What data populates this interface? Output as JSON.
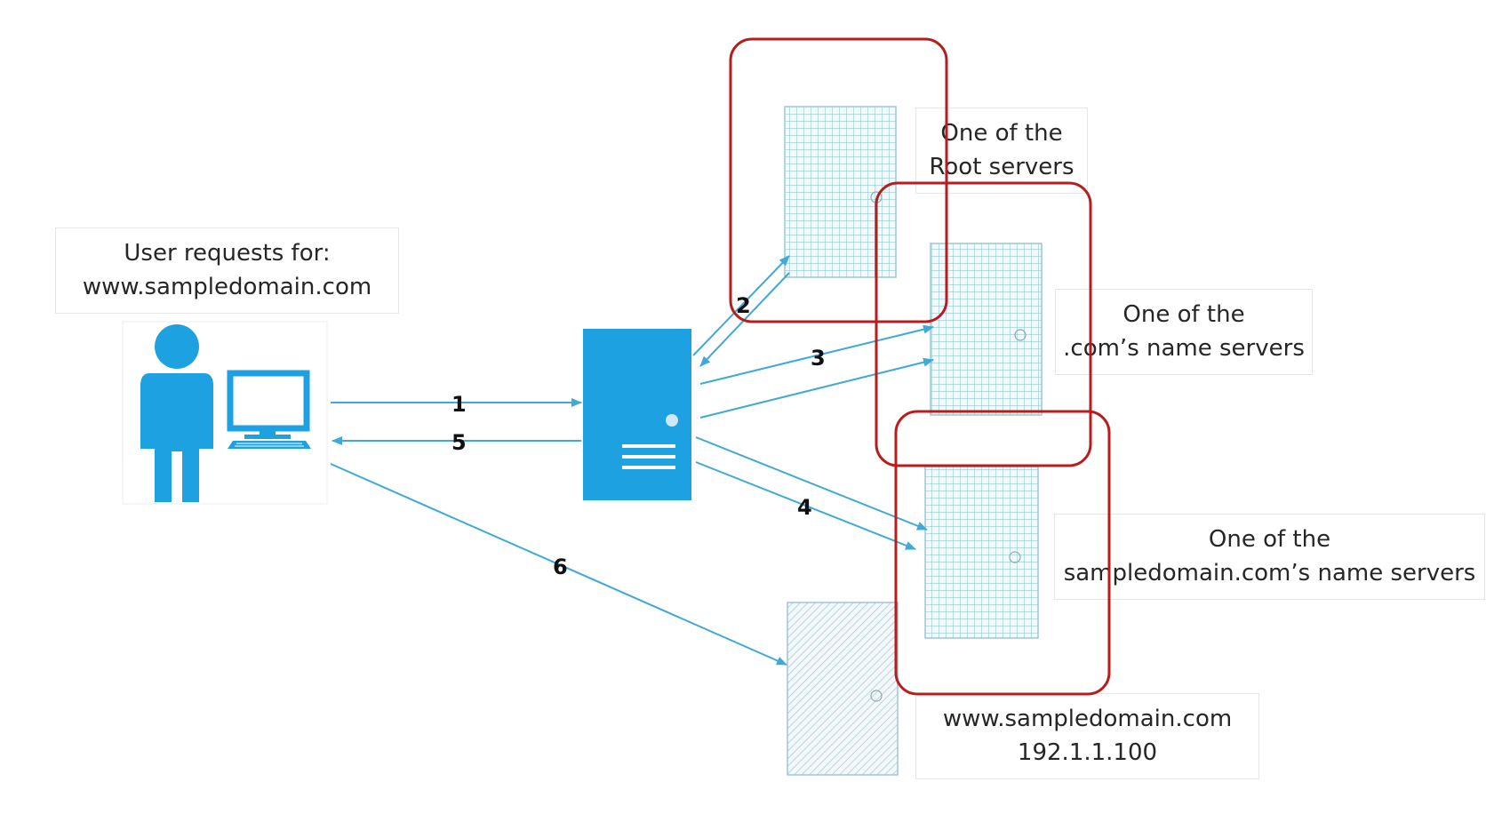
{
  "labels": {
    "user": {
      "line1": "User requests for:",
      "line2": "www.sampledomain.com"
    },
    "root": {
      "line1": "One of the",
      "line2": "Root servers"
    },
    "com": {
      "line1": "One of the",
      "line2": ".com’s name servers"
    },
    "sampledomain": {
      "line1": "One of the",
      "line2": "sampledomain.com’s name servers"
    },
    "web": {
      "line1": "www.sampledomain.com",
      "line2": "192.1.1.100"
    }
  },
  "steps": [
    "1",
    "2",
    "3",
    "4",
    "5",
    "6"
  ],
  "colors": {
    "arrow": "#3fa9d8",
    "resolver": "#1ea1e0",
    "user_icon": "#1ea1e0",
    "server_grid": "#7fbfd2",
    "highlight": "#b81c1c"
  },
  "icons": {
    "user": "person-icon",
    "computer": "desktop-computer-icon",
    "resolver": "dns-resolver-server-icon",
    "servers": "server-tower-icon"
  }
}
